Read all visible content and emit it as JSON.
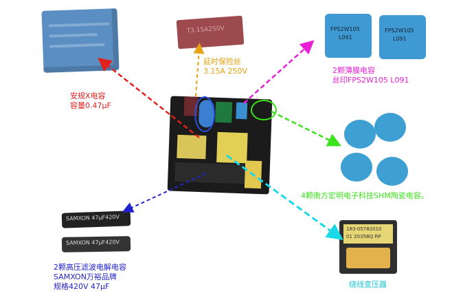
{
  "labels": {
    "x_cap": [
      "安规X电容",
      "容量0.47μF"
    ],
    "fuse": [
      "延时保险丝",
      "3.15A 250V"
    ],
    "film_cap": [
      "2颗薄膜电容",
      "丝印FPS2W105 L091"
    ],
    "ceramic_cap": [
      "4颗南方宏明电子科技SHM陶瓷电容。"
    ],
    "electrolytic": [
      "2颗高压滤波电解电容",
      "SAMXON万裕品牌",
      "规格420V 47μF"
    ],
    "transformer": [
      "绕线变压器"
    ]
  },
  "component_text": {
    "fuse_print": "T3.15A250V",
    "film_print": [
      "FPS2W105",
      "L091"
    ],
    "elec_print": "SAMXON 47μF420V",
    "transformer_print": [
      "183-05782010",
      "01 2035BQ RP"
    ]
  },
  "colors": {
    "x_cap": "#e0211e",
    "fuse": "#e6a210",
    "film_cap": "#e81fd6",
    "ceramic_cap": "#3ae21a",
    "electrolytic": "#2222cc",
    "transformer": "#19d8e8"
  }
}
